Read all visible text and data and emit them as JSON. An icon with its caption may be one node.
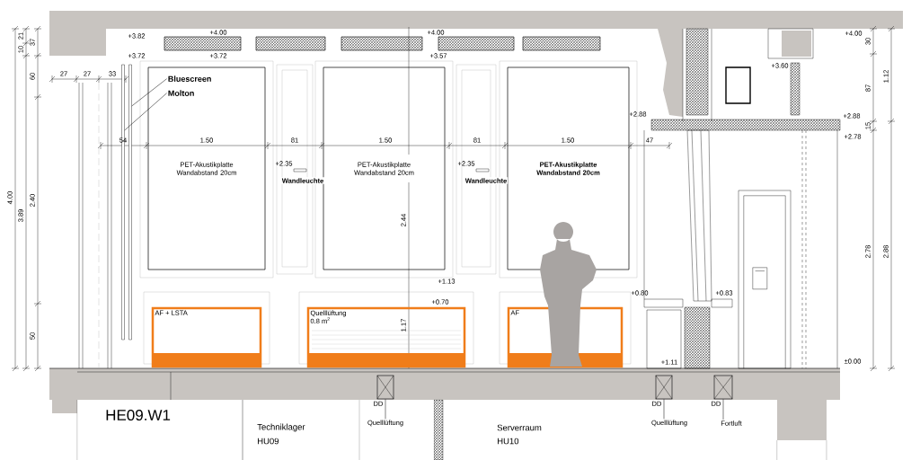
{
  "diagram": {
    "title": "HE09.W1",
    "nodes": [
      {
        "text": [
          "PET-Akustikplatte Wandabstand 20cm"
        ]
      },
      {
        "text": [
          "PET-Akustikplatte Wandabstand 20cm"
        ]
      },
      {
        "text": [
          "PET-Akustikplatte Wandabstand 20cm"
        ]
      },
      {
        "text": [
          "AF + LSTA"
        ]
      },
      {
        "text": [
          "Quelllüftung",
          "0.8 m$^{2}$"
        ],
        "beside": [
          "+0.70"
        ]
      },
      {
        "text": [
          "AF"
        ]
      },
      {
        "text": [],
        "shape": "box",
        "beside": [
          "DD"
        ]
      },
      {
        "text": [],
        "shape": "box",
        "beside": [
          "DD"
        ]
      },
      {
        "text": [],
        "shape": "box",
        "beside": [
          "DD"
        ]
      },
      {
        "text": [
          "Quelllüftung"
        ]
      },
      {
        "text": [
          "Quelllüftung"
        ]
      },
      {
        "text": [
          "Fortluft"
        ]
      },
      {
        "text": [
          "Bluescreen"
        ],
        "in": 0
      },
      {
        "text": [
          "Molton"
        ],
        "in": 0
      },
      {
        "text": [
          "Wandleuchte"
        ]
      },
      {
        "text": [
          "Wandleuchte"
        ]
      },
      {
        "text": [],
        "shape": "bar"
      },
      {
        "text": [],
        "shape": "bar"
      },
      {
        "text": [],
        "shape": "door"
      },
      {
        "text": [],
        "shape": "box",
        "in": 18
      }
    ],
    "edges": [
      {
        "from": 9,
        "to": 6,
        "arrow": "none"
      },
      {
        "from": 10,
        "to": 7,
        "arrow": "none"
      },
      {
        "from": 11,
        "to": 8,
        "arrow": "none"
      },
      {
        "from": 12,
        "to": 17,
        "arrow": "none"
      },
      {
        "from": 13,
        "to": 16,
        "arrow": "none"
      }
    ],
    "labels": [
      "21",
      "10",
      "37",
      "60",
      "4.00",
      "3.89",
      "2.40",
      "50",
      "+3.82",
      "+3.72",
      "27",
      "27",
      "33",
      "+4.00",
      "+3.72",
      "+4.00",
      "+3.57",
      "+4.00",
      "30",
      "+3.60",
      "1.12",
      "87",
      "+2.88",
      "+2.88",
      "15",
      "+2.78",
      "54",
      "1.50",
      "81",
      "1.50",
      "81",
      "1.50",
      "47",
      "2.44",
      "+2.35",
      "+2.35",
      "2.78",
      "2.88",
      "+1.13",
      "+0.80",
      "+0.83",
      "1.17",
      "+1.11",
      "±0.00",
      "Techniklager",
      "HU09",
      "Serverraum",
      "HU10"
    ]
  }
}
